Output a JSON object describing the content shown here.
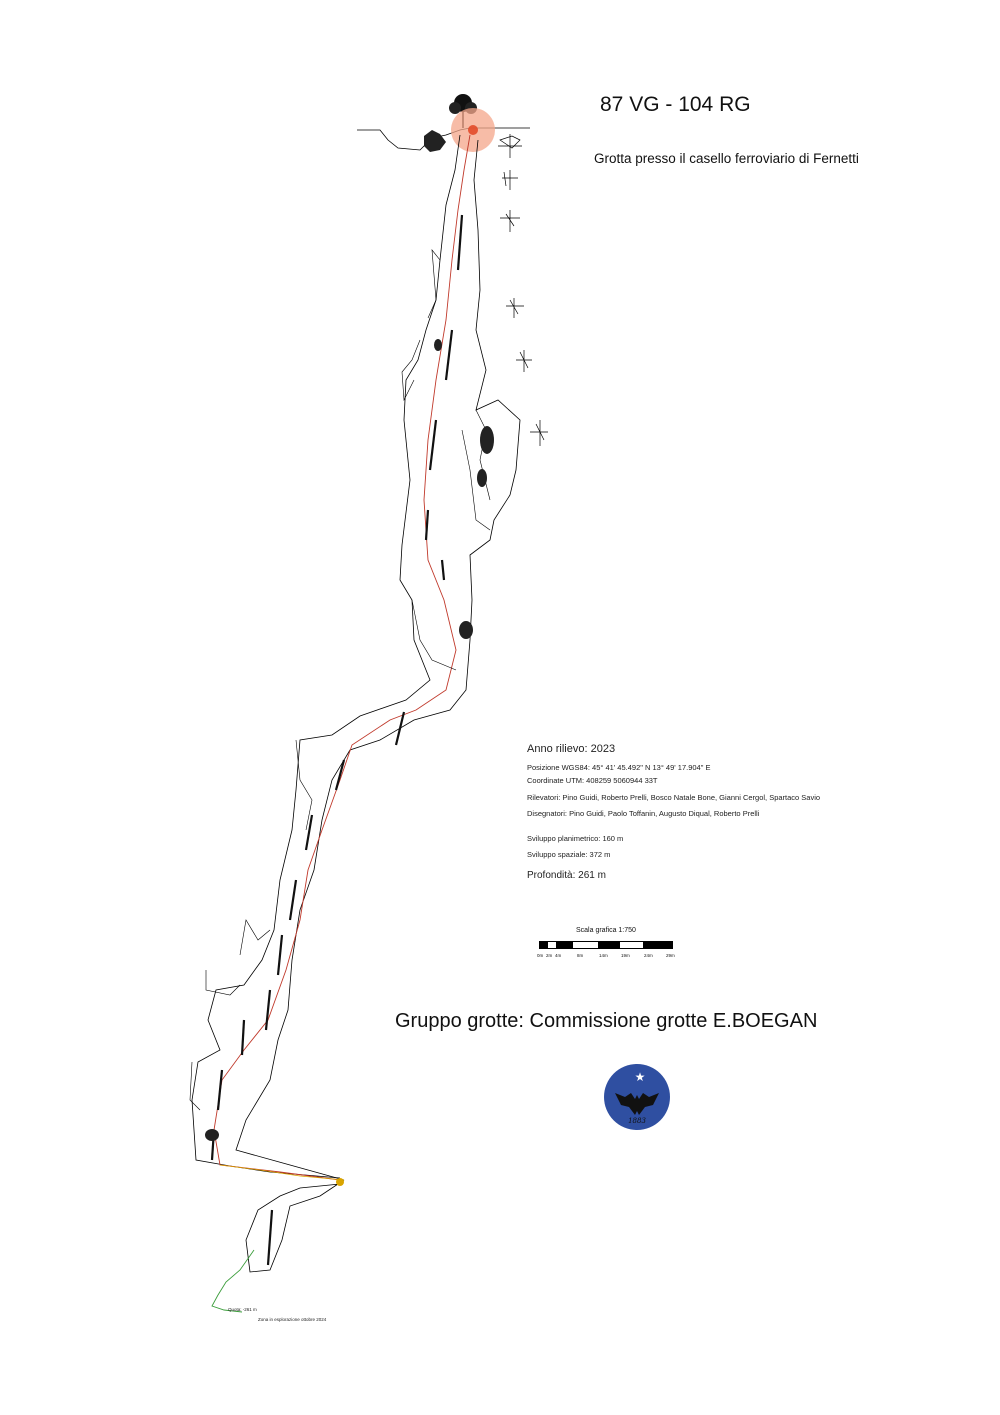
{
  "header": {
    "cave_code": "87 VG - 104 RG",
    "cave_name": "Grotta presso il casello ferroviario di Fernetti"
  },
  "survey_info": {
    "year": "Anno rilievo: 2023",
    "position": "Posizione WGS84: 45° 41' 45.492\" N 13° 49' 17.904\" E",
    "utm": "Coordinate UTM: 408259 5060944 33T",
    "surveyors": "Rilevatori: Pino Guidi, Roberto Prelli, Bosco Natale Bone, Gianni Cergol, Spartaco Savio",
    "drafters": "Disegnatori: Pino Guidi, Paolo Toffanin, Augusto Diqual, Roberto Prelli",
    "planimetric": "Sviluppo planimetrico: 160 m",
    "spatial": "Sviluppo spaziale: 372 m",
    "depth": "Profondità: 261 m"
  },
  "scale": {
    "title": "Scala grafica 1:750",
    "ticks": [
      "0m",
      "2m",
      "4m",
      "8m",
      "14m",
      "19m",
      "24m",
      "29m"
    ]
  },
  "group": {
    "name": "Gruppo grotte: Commissione grotte E.BOEGAN",
    "logo_year": "1883"
  },
  "bottom_notes": {
    "depth_label": "Quota: -261 m",
    "exploration_note": "Zona in esplorazione ottobre 2024"
  },
  "colors": {
    "entrance_highlight": "#f4a58a",
    "survey_line": "#c0392b",
    "logo_blue": "#2f4fa1",
    "bottom_survey": "#3a9d3a"
  }
}
